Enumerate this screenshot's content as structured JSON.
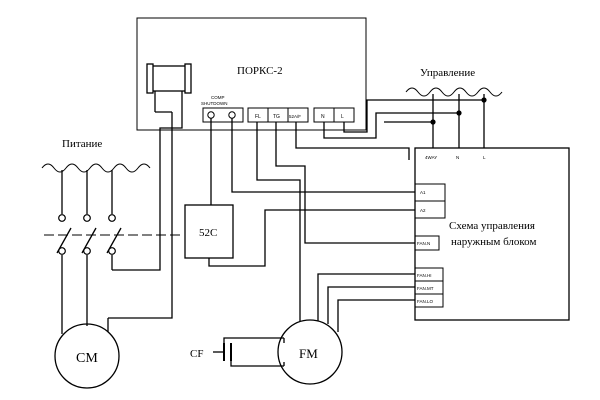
{
  "controller": {
    "title": "ПОРКС-2",
    "comp_label": [
      "COMP",
      "SHUTDOWN"
    ],
    "terminal_labels": [
      "FL",
      "TG",
      "52A/F",
      "N",
      "L"
    ]
  },
  "labels": {
    "power": "Питание",
    "control": "Управление",
    "contactor": "52C",
    "compressor": "CM",
    "fan_motor": "FM",
    "capacitor": "CF"
  },
  "outdoor_board": {
    "title_line1": "Схема управления",
    "title_line2": "наружным блоком",
    "top_terminals": [
      "4WAY",
      "N",
      "L"
    ],
    "left_terminals": [
      "A1",
      "A2",
      "FAN.N",
      "FAN.HI",
      "FAN.MT",
      "FAN.LO"
    ]
  }
}
